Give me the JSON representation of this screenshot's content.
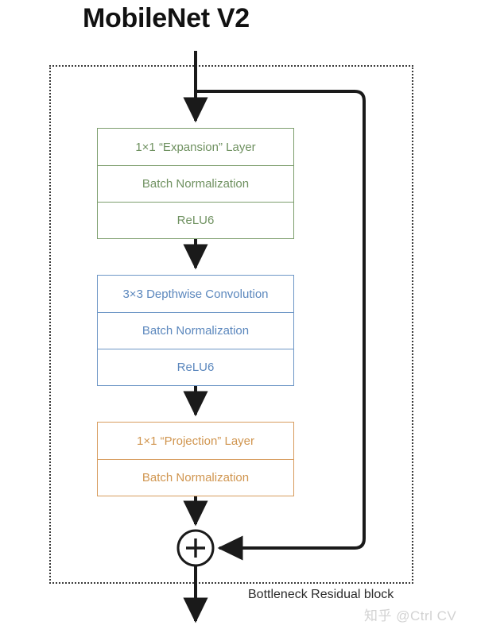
{
  "title": "MobileNet V2",
  "diagram": {
    "caption": "Bottleneck Residual block",
    "groups": [
      {
        "id": "expansion",
        "color": "#7d9e6d",
        "rows": [
          "1×1 “Expansion” Layer",
          "Batch Normalization",
          "ReLU6"
        ]
      },
      {
        "id": "depthwise",
        "color": "#6d96c6",
        "rows": [
          "3×3 Depthwise Convolution",
          "Batch Normalization",
          "ReLU6"
        ]
      },
      {
        "id": "projection",
        "color": "#d79c5e",
        "rows": [
          "1×1 “Projection” Layer",
          "Batch Normalization"
        ]
      }
    ],
    "add_node_symbol": "+",
    "connections": [
      "input arrow into expansion layer",
      "skip connection branch to residual add",
      "expansion to depthwise",
      "depthwise to projection",
      "projection to residual add",
      "residual add to output"
    ]
  },
  "watermark": "知乎 @Ctrl CV",
  "colors": {
    "green": "#7d9e6d",
    "blue": "#6d96c6",
    "orange": "#d79c5e",
    "wire": "#1a1a1a",
    "dashed_border": "#3a3a3a",
    "watermark": "#d2d2d2"
  }
}
